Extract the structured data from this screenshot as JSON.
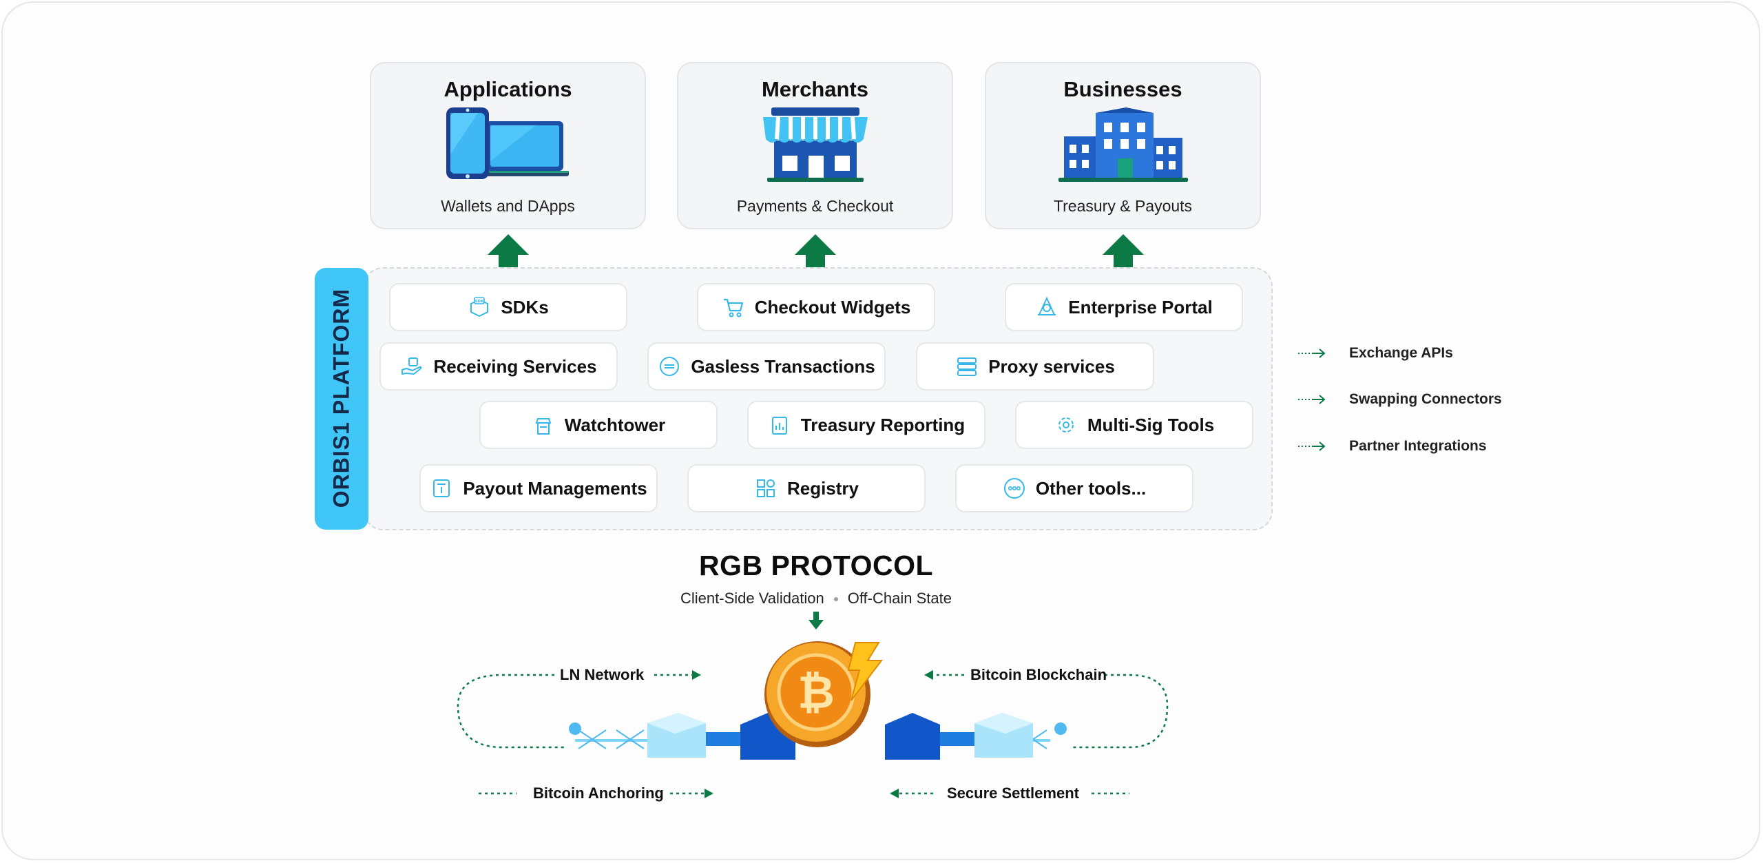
{
  "top_cards": [
    {
      "title": "Applications",
      "subtitle": "Wallets and DApps",
      "illustration": "devices-icon"
    },
    {
      "title": "Merchants",
      "subtitle": "Payments & Checkout",
      "illustration": "storefront-icon"
    },
    {
      "title": "Businesses",
      "subtitle": "Treasury & Payouts",
      "illustration": "office-building-icon"
    }
  ],
  "platform": {
    "label": "ORBIS1 PLATFORM",
    "rows": [
      [
        {
          "label": "SDKs",
          "icon": "sdk-box-icon"
        },
        {
          "label": "Checkout Widgets",
          "icon": "cart-icon"
        },
        {
          "label": "Enterprise Portal",
          "icon": "portal-icon"
        }
      ],
      [
        {
          "label": "Receiving Services",
          "icon": "hand-receive-icon"
        },
        {
          "label": "Gasless Transactions",
          "icon": "gasless-coin-icon"
        },
        {
          "label": "Proxy services",
          "icon": "server-stack-icon"
        }
      ],
      [
        {
          "label": "Watchtower",
          "icon": "tower-icon"
        },
        {
          "label": "Treasury Reporting",
          "icon": "report-chart-icon"
        },
        {
          "label": "Multi-Sig Tools",
          "icon": "multisig-gear-icon"
        }
      ],
      [
        {
          "label": "Payout Managements",
          "icon": "payout-icon"
        },
        {
          "label": "Registry",
          "icon": "registry-grid-icon"
        },
        {
          "label": "Other tools...",
          "icon": "more-circle-icon"
        }
      ]
    ]
  },
  "side_list": [
    "Exchange APIs",
    "Swapping Connectors",
    "Partner Integrations"
  ],
  "rgb": {
    "title": "RGB PROTOCOL",
    "subtitle_left": "Client-Side Validation",
    "subtitle_right": "Off-Chain State"
  },
  "flows": {
    "ln_network": "LN Network",
    "bitcoin_blockchain": "Bitcoin Blockchain",
    "bitcoin_anchoring": "Bitcoin Anchoring",
    "secure_settlement": "Secure Settlement"
  },
  "colors": {
    "arrow_green": "#0b7a45",
    "platform_blue": "#3fc6f6",
    "icon_cyan": "#35b8e8",
    "coin_orange": "#f39a1e"
  }
}
